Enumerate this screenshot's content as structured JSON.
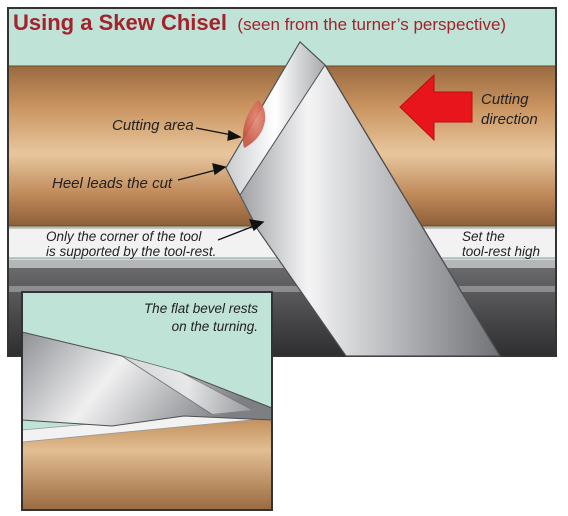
{
  "title": {
    "main": "Using a Skew Chisel",
    "sub": "(seen from the turner’s perspective)"
  },
  "labels": {
    "cutting_area": "Cutting area",
    "heel_leads": "Heel leads the cut",
    "cutting_direction_1": "Cutting",
    "cutting_direction_2": "direction",
    "corner_supported_1": "Only the corner of the tool",
    "corner_supported_2": "is supported by the tool-rest.",
    "set_rest_1": "Set the",
    "set_rest_2": "tool-rest high",
    "inset_1": "The flat bevel rests",
    "inset_2": "on the turning."
  },
  "colors": {
    "sky": "#bfe3d6",
    "wood": "#c08a5a",
    "rest": "#f2f2f2",
    "arrow": "#e8161c",
    "title": "#a3222c",
    "cut_area": "#d9685a"
  }
}
